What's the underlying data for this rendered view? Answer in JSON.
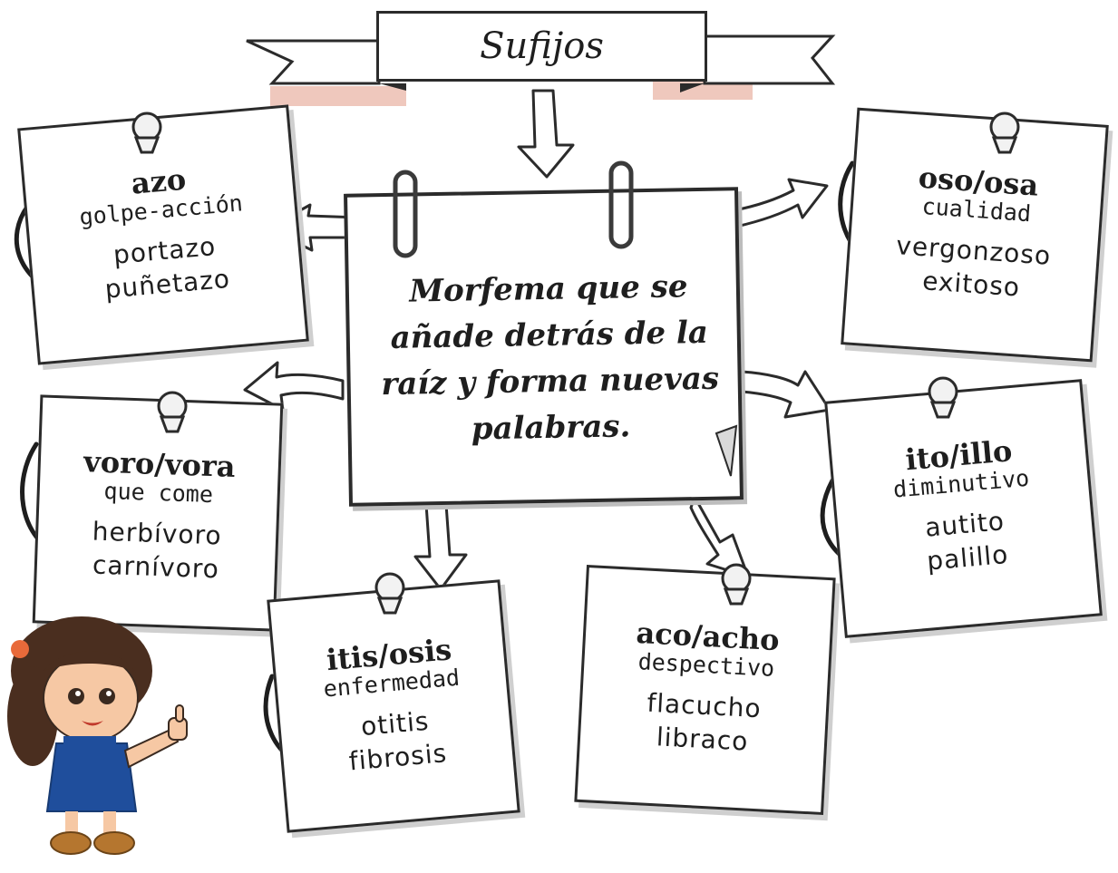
{
  "title": "Sufijos",
  "definition": "Morfema que se añade detrás de la raíz y forma nuevas palabras.",
  "cards": [
    {
      "suffix": "azo",
      "meaning": "golpe-acción",
      "examples": [
        "portazo",
        "puñetazo"
      ]
    },
    {
      "suffix": "oso/osa",
      "meaning": "cualidad",
      "examples": [
        "vergonzoso",
        "exitoso"
      ]
    },
    {
      "suffix": "voro/vora",
      "meaning": "que come",
      "examples": [
        "herbívoro",
        "carnívoro"
      ]
    },
    {
      "suffix": "ito/illo",
      "meaning": "diminutivo",
      "examples": [
        "autito",
        "palillo"
      ]
    },
    {
      "suffix": "itis/osis",
      "meaning": "enfermedad",
      "examples": [
        "otitis",
        "fibrosis"
      ]
    },
    {
      "suffix": "aco/acho",
      "meaning": "despectivo",
      "examples": [
        "flacucho",
        "libraco"
      ]
    }
  ]
}
